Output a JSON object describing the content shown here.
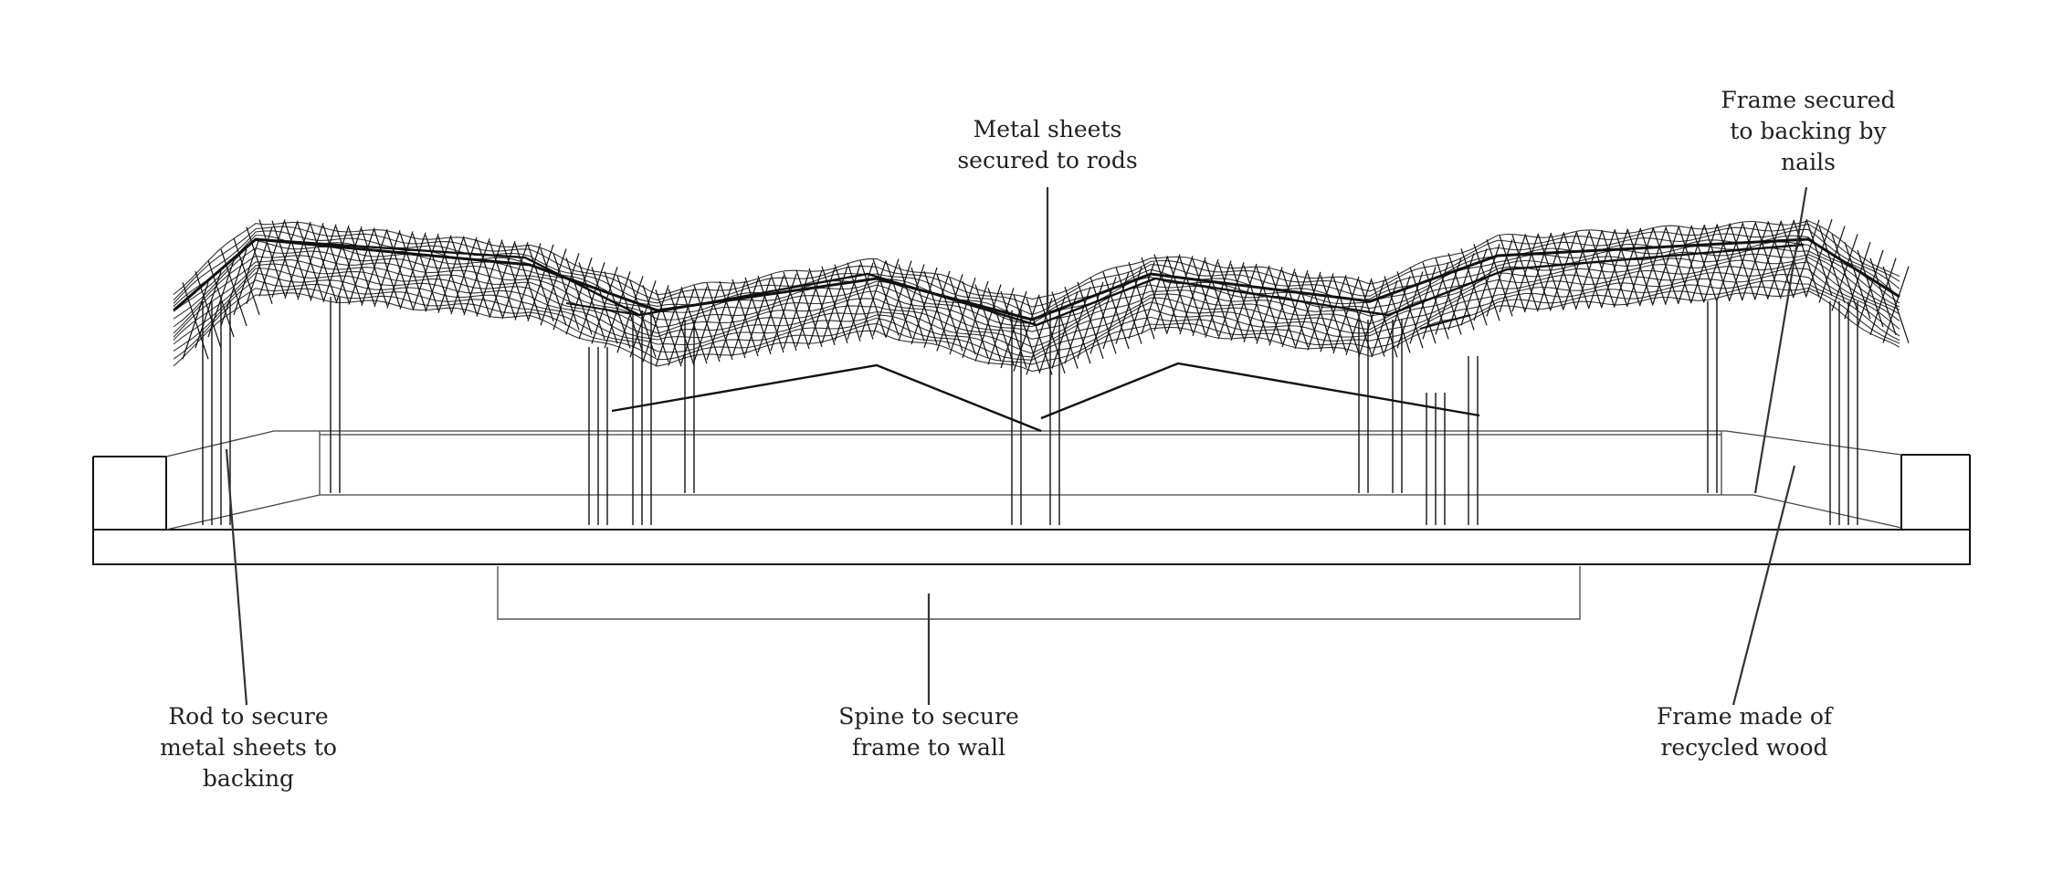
{
  "callouts": {
    "metal_sheets": [
      "Metal sheets",
      "secured to rods"
    ],
    "frame_secured": [
      "Frame secured",
      "to backing by",
      "nails"
    ],
    "rod": [
      "Rod to secure",
      "metal  sheets to",
      "backing"
    ],
    "spine": [
      "Spine to secure",
      "frame to wall"
    ],
    "frame_made": [
      "Frame made of",
      "recycled wood"
    ]
  },
  "colors": {
    "line": "#111111",
    "leader": "#333333",
    "background": "#ffffff"
  }
}
